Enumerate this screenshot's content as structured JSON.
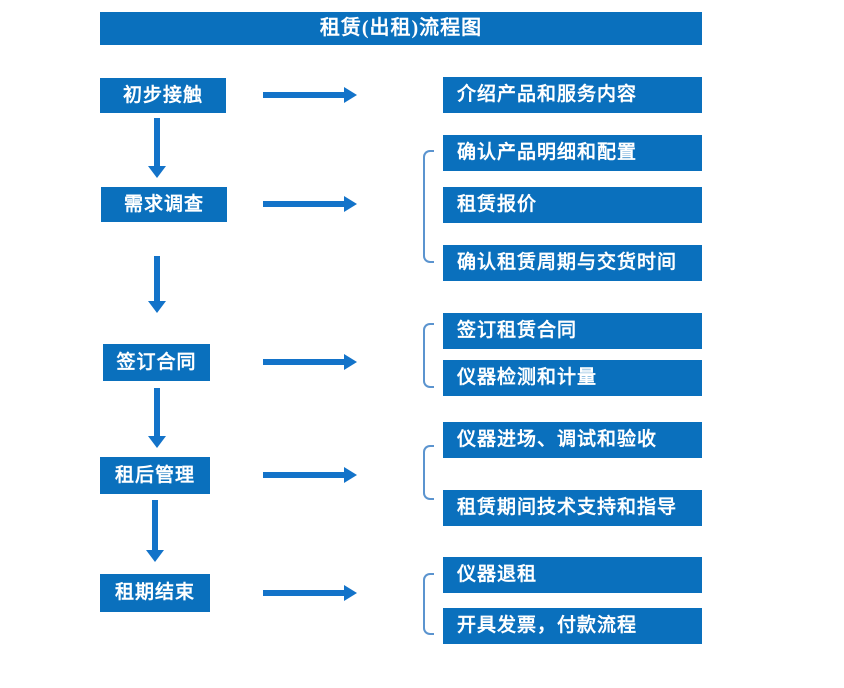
{
  "title": "租赁(出租)流程图",
  "colors": {
    "box": "#0a70bd",
    "arrow": "#1373c9",
    "bracket": "#5b94cf",
    "text": "#ffffff"
  },
  "steps": [
    {
      "label": "初步接触",
      "details": [
        "介绍产品和服务内容"
      ]
    },
    {
      "label": "需求调查",
      "details": [
        "确认产品明细和配置",
        "租赁报价",
        "确认租赁周期与交货时间"
      ]
    },
    {
      "label": "签订合同",
      "details": [
        "签订租赁合同",
        "仪器检测和计量"
      ]
    },
    {
      "label": "租后管理",
      "details": [
        "仪器进场、调试和验收",
        "租赁期间技术支持和指导"
      ]
    },
    {
      "label": "租期结束",
      "details": [
        "仪器退租",
        "开具发票，付款流程"
      ]
    }
  ]
}
